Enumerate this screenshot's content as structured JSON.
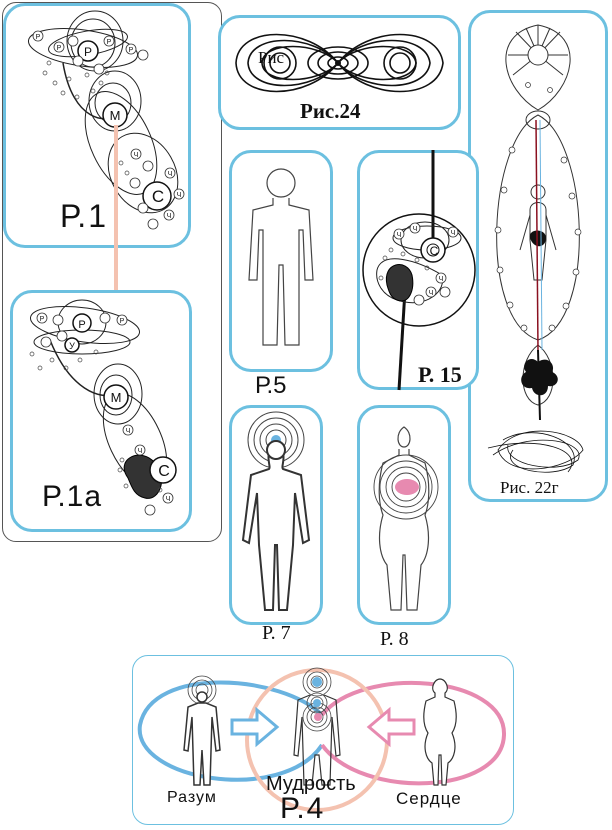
{
  "figures": {
    "p1": {
      "label": "Р.1"
    },
    "p1a": {
      "label": "Р.1а"
    },
    "p24": {
      "label": "Рис.24",
      "overlap_label": "Рис"
    },
    "p22g": {
      "label": "Рис. 22г"
    },
    "p5": {
      "label": "Р.5"
    },
    "p15": {
      "label": "Р. 15"
    },
    "p7": {
      "label": "Р. 7"
    },
    "p8": {
      "label": "Р. 8"
    },
    "p4": {
      "label": "Р.4",
      "mind": "Разум",
      "wisdom": "Мудрость",
      "heart": "Сердце"
    }
  },
  "glyphs": {
    "spirit": "Р",
    "mind": "М",
    "soul": "С",
    "feeling": "Ч",
    "will": "У"
  },
  "colors": {
    "frame_blue": "#6cc0e0",
    "peach": "#f4c2b0",
    "pink": "#e78ab0",
    "light_blue": "#6ab3e0",
    "dark_red": "#8a1020"
  }
}
